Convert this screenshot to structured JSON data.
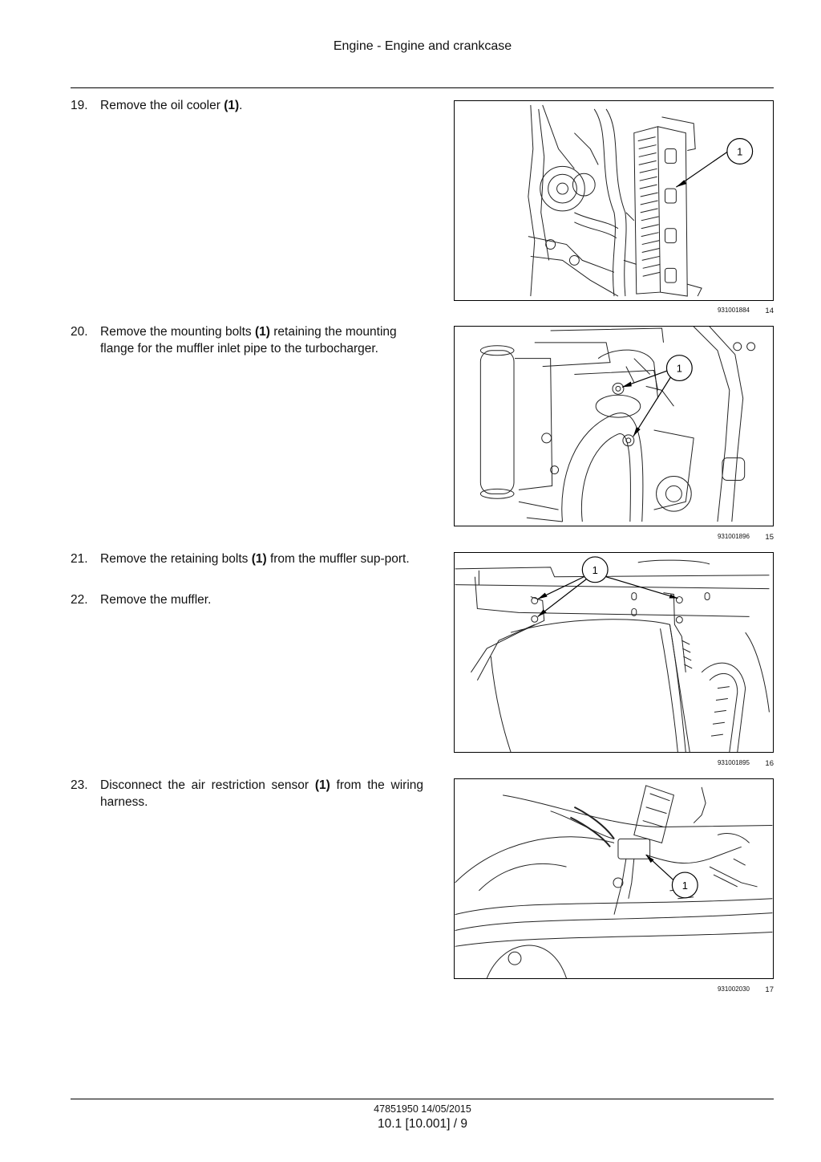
{
  "header": {
    "title": "Engine - Engine and crankcase"
  },
  "steps": [
    {
      "number": "19.",
      "text_before": "Remove the oil cooler ",
      "bold": "(1)",
      "text_after": "."
    },
    {
      "number": "20.",
      "text_before": "Remove the mounting bolts ",
      "bold": "(1)",
      "text_after": " retaining the mounting flange for the muffler inlet pipe to the turbocharger."
    },
    {
      "number": "21.",
      "text_before": "Remove the retaining bolts ",
      "bold": "(1)",
      "text_after": " from the muffler sup-port."
    },
    {
      "number": "22.",
      "text_before": "Remove the muffler.",
      "bold": "",
      "text_after": ""
    },
    {
      "number": "23.",
      "text_before": "Disconnect the air restriction sensor ",
      "bold": "(1)",
      "text_after": " from the wiring harness."
    }
  ],
  "figures": [
    {
      "image_id": "931001884",
      "figure_number": "14",
      "callout": "1"
    },
    {
      "image_id": "931001896",
      "figure_number": "15",
      "callout": "1"
    },
    {
      "image_id": "931001895",
      "figure_number": "16",
      "callout": "1"
    },
    {
      "image_id": "931002030",
      "figure_number": "17",
      "callout": "1"
    }
  ],
  "footer": {
    "doc_ref": "47851950 14/05/2015",
    "page": "10.1 [10.001] / 9"
  }
}
